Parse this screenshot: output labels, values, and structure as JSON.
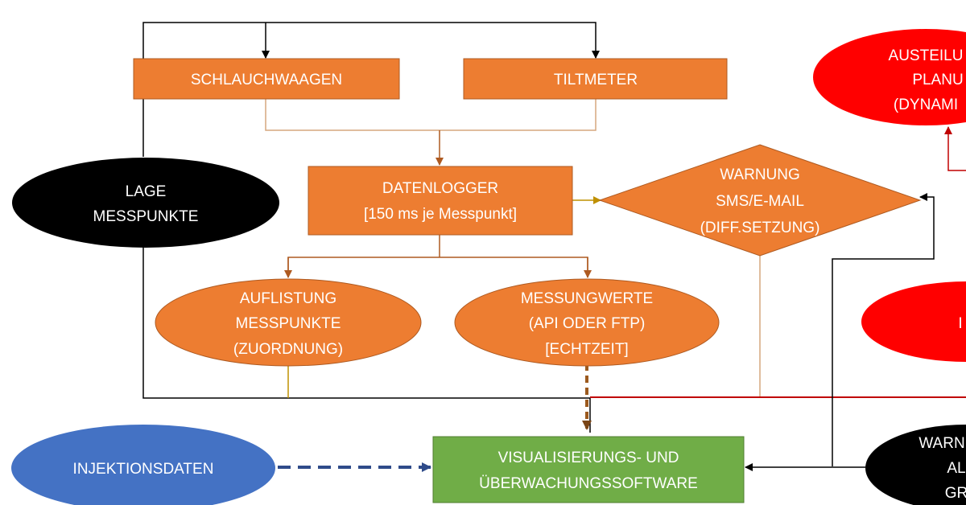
{
  "nodes": {
    "schlauchwaagen": {
      "lines": [
        "SCHLAUCHWAAGEN"
      ]
    },
    "tiltmeter": {
      "lines": [
        "TILTMETER"
      ]
    },
    "datenlogger": {
      "lines": [
        "DATENLOGGER",
        "[150 ms je Messpunkt]"
      ]
    },
    "warnung": {
      "lines": [
        "WARNUNG",
        "SMS/E-MAIL",
        "(DIFF.SETZUNG)"
      ]
    },
    "lage": {
      "lines": [
        "LAGE",
        "MESSPUNKTE"
      ]
    },
    "auflistung": {
      "lines": [
        "AUFLISTUNG",
        "MESSPUNKTE",
        "(ZUORDNUNG)"
      ]
    },
    "messungwerte": {
      "lines": [
        "MESSUNGWERTE",
        "(API ODER FTP)",
        "[ECHTZEIT]"
      ]
    },
    "austeilung": {
      "lines": [
        "AUSTEILU",
        "PLANU",
        "(DYNAMI"
      ]
    },
    "red_partial": {
      "lines": [
        "I"
      ]
    },
    "injektionsdaten": {
      "lines": [
        "INJEKTIONSDATEN"
      ]
    },
    "visualisierung": {
      "lines": [
        "VISUALISIERUNGS- UND",
        "ÜBERWACHUNGSSOFTWARE"
      ]
    },
    "warn_alarm": {
      "lines": [
        "WARN",
        "AL",
        "GR"
      ]
    }
  },
  "colors": {
    "orange": "#ed7d31",
    "orange_border": "#ae5a21",
    "black": "#000000",
    "red": "#ff0000",
    "blue": "#4472c4",
    "green": "#70ad47",
    "connector_tan": "#d6a77f",
    "dashed_brown": "#9c5a1e",
    "dark_red": "#c00000",
    "dashed_blue": "#2f4b8a",
    "olive": "#bf9000"
  }
}
